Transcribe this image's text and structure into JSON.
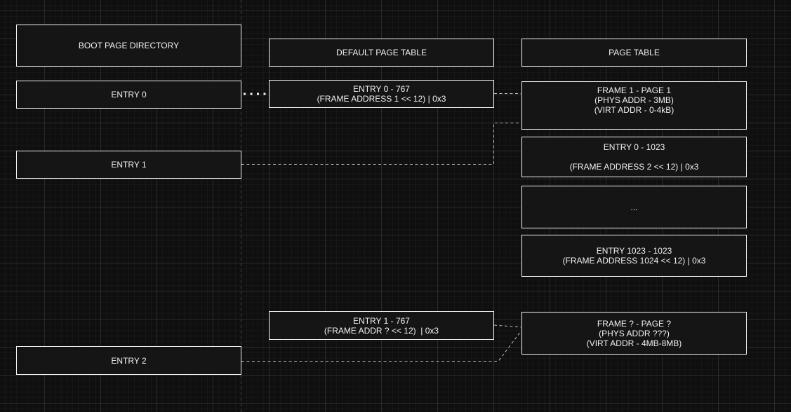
{
  "theme": {
    "canvas_bg": "#0f0f0f",
    "box_fill": "#151515",
    "box_border": "#f2f2f2",
    "text_color": "#f1f1f1",
    "connector_color": "#bdbdbd",
    "dot_connector_color": "#eeeeee",
    "page_divider_color": "#454545"
  },
  "diagram": {
    "boxes": {
      "boot_header": {
        "l1": "BOOT PAGE DIRECTORY"
      },
      "entry0": {
        "l1": "ENTRY 0"
      },
      "entry1": {
        "l1": "ENTRY 1"
      },
      "entry2": {
        "l1": "ENTRY 2"
      },
      "default_header": {
        "l1": "DEFAULT PAGE TABLE"
      },
      "d_entry0": {
        "l1": "ENTRY 0 - 767",
        "l2": "(FRAME ADDRESS 1 << 12) | 0x3"
      },
      "d_entry1": {
        "l1": "ENTRY 1 - 767",
        "l2": "(FRAME ADDR ? << 12)  | 0x3"
      },
      "pt_header": {
        "l1": "PAGE TABLE"
      },
      "frame1": {
        "l1": "FRAME 1 - PAGE 1",
        "l2": "(PHYS ADDR - 3MB)",
        "l3": "(VIRT ADDR - 0-4kB)"
      },
      "pt_entry0": {
        "l1": "ENTRY 0 - 1023",
        "l2": "(FRAME ADDRESS 2 << 12) | 0x3"
      },
      "ellipsis": {
        "l1": "..."
      },
      "pt_entry1023": {
        "l1": "ENTRY 1023 - 1023",
        "l2": "(FRAME ADDRESS 1024 << 12) | 0x3"
      },
      "frameq": {
        "l1": "FRAME ? - PAGE ?",
        "l2": "(PHYS ADDR ???)",
        "l3": "(VIRT ADDR - 4MB-8MB)"
      }
    },
    "connectors": [
      {
        "from": "entry0",
        "to": "d_entry0",
        "style": "dotted"
      },
      {
        "from": "d_entry0",
        "to": "frame1",
        "style": "dashed"
      },
      {
        "from": "entry1",
        "to": "frame1",
        "style": "dashed"
      },
      {
        "from": "d_entry1",
        "to": "frameq",
        "style": "dashed"
      },
      {
        "from": "entry2",
        "to": "frameq",
        "style": "dashed"
      }
    ]
  }
}
